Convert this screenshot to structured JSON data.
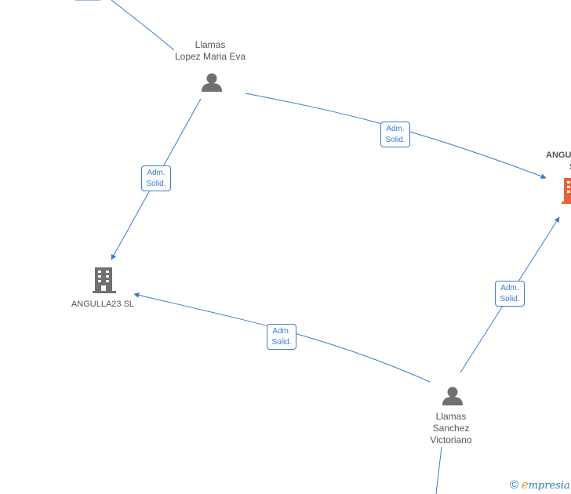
{
  "nodes": {
    "person_top": {
      "line1": "Llamas",
      "line2": "Lopez Maria Eva"
    },
    "person_bottom": {
      "line1": "Llamas",
      "line2": "Sanchez",
      "line3": "Victoriano"
    },
    "company_left": {
      "name": "ANGULLA23  SL"
    },
    "company_right": {
      "line1": "ANGU",
      "line2": "S"
    }
  },
  "edges": {
    "top_to_right": {
      "line1": "Adm.",
      "line2": "Solid."
    },
    "top_to_left": {
      "line1": "Adm.",
      "line2": "Solid."
    },
    "bottom_to_left": {
      "line1": "Adm.",
      "line2": "Solid."
    },
    "bottom_to_right": {
      "line1": "Adm.",
      "line2": "Solid."
    }
  },
  "brand": {
    "copyright": "©",
    "initial": "e",
    "rest": "mpresia"
  },
  "colors": {
    "edge": "#3a7bd5",
    "node": "#707070",
    "main_company": "#e8613c"
  }
}
